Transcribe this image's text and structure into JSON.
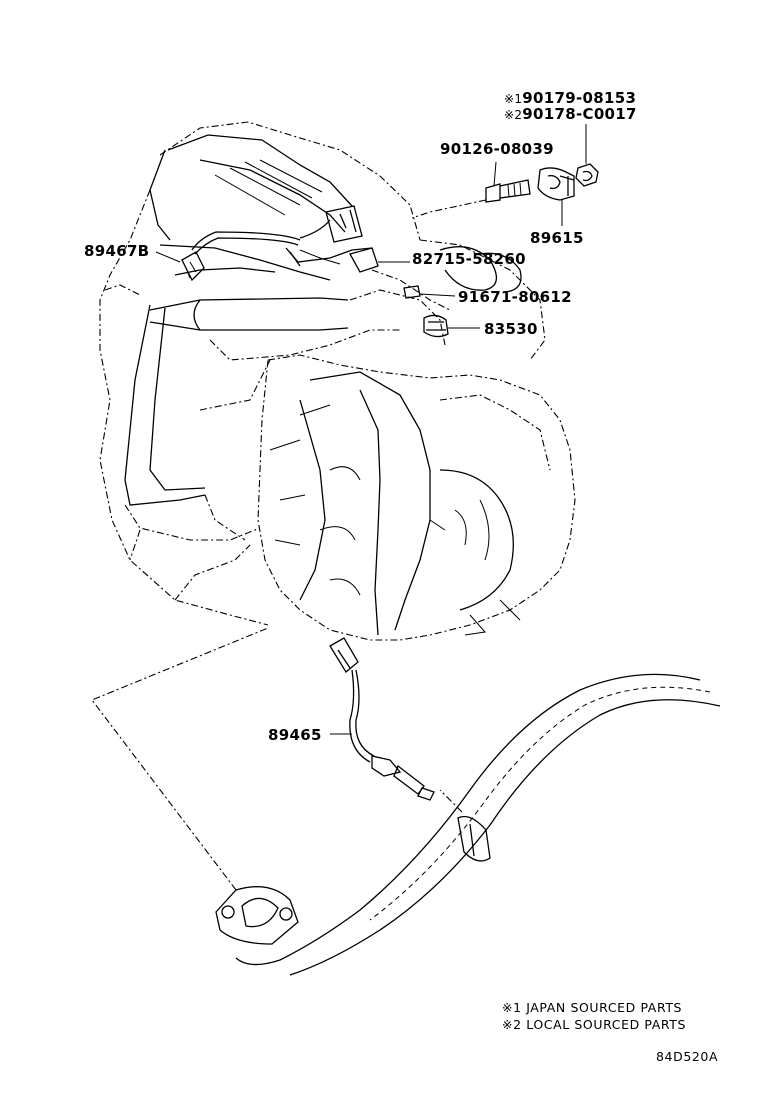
{
  "callouts": {
    "bolt_note1": {
      "mark": "※1",
      "code": "90179-08153"
    },
    "bolt_note2": {
      "mark": "※2",
      "code": "90178-C0017"
    },
    "stud_bolt": "90126-08039",
    "knock_sensor": "89615",
    "upper_oxygen_sensor": "89467B",
    "bracket": "82715-58260",
    "bolt_bracket": "91671-80612",
    "oil_pressure_switch": "83530",
    "lower_oxygen_sensor": "89465"
  },
  "notes": {
    "note1": {
      "mark": "※1",
      "text": "JAPAN SOURCED PARTS"
    },
    "note2": {
      "mark": "※2",
      "text": "LOCAL SOURCED PARTS"
    }
  },
  "figure_code": "84D520A"
}
